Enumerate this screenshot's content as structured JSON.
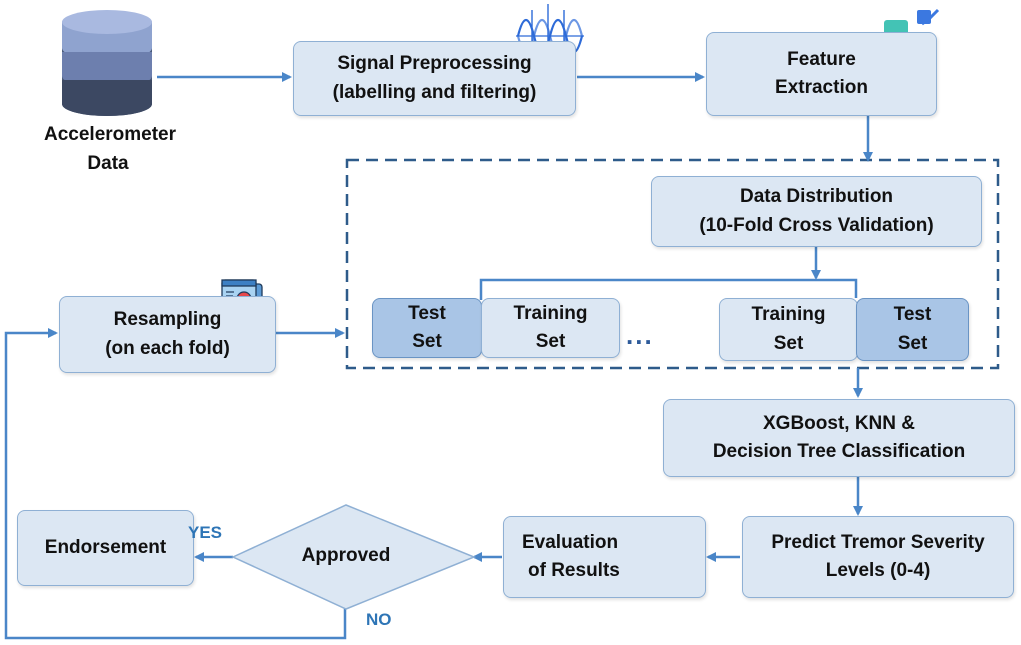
{
  "source": {
    "line1": "Accelerometer",
    "line2": "Data"
  },
  "signal_preprocessing": {
    "line1": "Signal Preprocessing",
    "line2": "(labelling and filtering)"
  },
  "feature_extraction": {
    "line1": "Feature",
    "line2": "Extraction"
  },
  "data_distribution": {
    "line1": "Data Distribution",
    "line2": "(10-Fold Cross Validation)"
  },
  "resampling": {
    "line1": "Resampling",
    "line2": "(on each fold)"
  },
  "folds": {
    "test_left": {
      "line1": "Test",
      "line2": "Set"
    },
    "training_left": {
      "line1": "Training",
      "line2": "Set"
    },
    "ellipsis": "...",
    "training_right": {
      "line1": "Training",
      "line2": "Set"
    },
    "test_right": {
      "line1": "Test",
      "line2": "Set"
    }
  },
  "classification": {
    "line1": "XGBoost, KNN &",
    "line2": "Decision Tree Classification"
  },
  "predict": {
    "line1": "Predict Tremor Severity",
    "line2": "Levels (0-4)"
  },
  "evaluation": {
    "line1": "Evaluation",
    "line2": "of Results"
  },
  "decision": {
    "label": "Approved",
    "yes": "YES",
    "no": "NO"
  },
  "endorsement": {
    "label": "Endorsement"
  },
  "colors": {
    "arrow": "#4a86c8",
    "box_fill": "#dce7f3",
    "box_dark_fill": "#a9c5e6",
    "dashed_border": "#2e5b8a",
    "label_blue": "#2e75b6"
  },
  "icons": [
    "database-icon",
    "sine-wave-icon",
    "puzzle-icon",
    "settings-window-icon",
    "lightbulb-steps-icon"
  ]
}
